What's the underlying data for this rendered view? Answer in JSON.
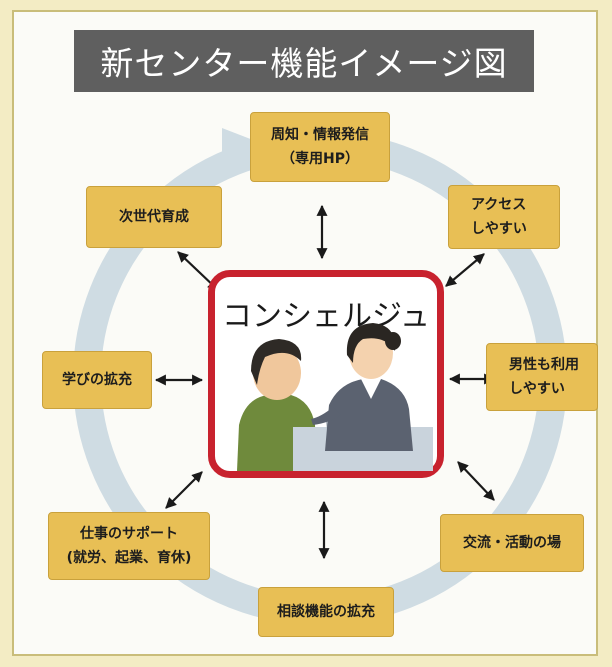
{
  "title": "新センター機能イメージ図",
  "center": {
    "label": "コンシェルジュ"
  },
  "nodes": {
    "top": {
      "line1": "周知・情報発信",
      "line2": "（専用HP）"
    },
    "top_right": {
      "line1": "アクセス",
      "line2": "しやすい"
    },
    "right": {
      "line1": "男性も利用",
      "line2": "しやすい"
    },
    "bottom_right": {
      "line1": "交流・活動の場"
    },
    "bottom": {
      "line1": "相談機能の拡充"
    },
    "bottom_left": {
      "line1": "仕事のサポート",
      "line2": "(就労、起業、育休)"
    },
    "left": {
      "line1": "学びの拡充"
    },
    "top_left": {
      "line1": "次世代育成"
    }
  },
  "colors": {
    "background": "#f3ecc4",
    "title_bar": "#5f5f5f",
    "node_fill": "#e8bf55",
    "center_border": "#c8222e",
    "cycle_arrow": "#cfdce3"
  }
}
